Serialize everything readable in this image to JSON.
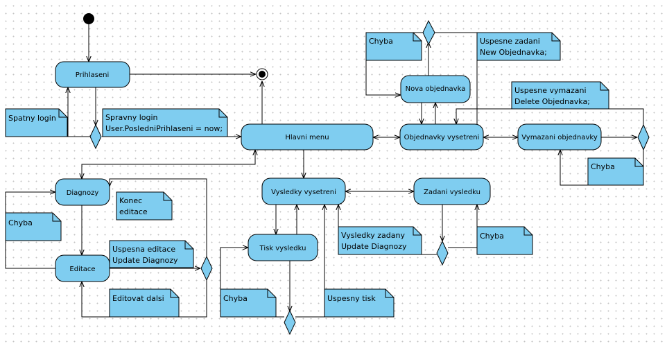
{
  "diagram": {
    "states": {
      "prihlaseni": "Prihlaseni",
      "hlavni_menu": "Hlavni menu",
      "objednavky_vysetreni": "Objednavky vysetreni",
      "nova_objednavka": "Nova objednavka",
      "vymazani_objednavky": "Vymazani objednavky",
      "diagnozy": "Diagnozy",
      "editace": "Editace",
      "vysledky_vysetreni": "Vysledky vysetreni",
      "zadani_vysledku": "Zadani vysledku",
      "tisk_vysledku": "Tisk vysledku"
    },
    "notes": {
      "spatny_login": [
        "Spatny login"
      ],
      "spravny_login": [
        "Spravny login",
        "User.PosledniPrihlaseni = now;"
      ],
      "chyba_nova_objednavka": [
        "Chyba"
      ],
      "uspesne_zadani": [
        "Uspesne zadani",
        "New Objednavka;"
      ],
      "uspesne_vymazani": [
        "Uspesne vymazani",
        "Delete Objednavka;"
      ],
      "chyba_vymazani": [
        "Chyba"
      ],
      "konec_editace": [
        "Konec",
        "editace"
      ],
      "chyba_diagnozy": [
        "Chyba"
      ],
      "uspesna_editace": [
        "Uspesna editace",
        "Update Diagnozy"
      ],
      "editovat_dalsi": [
        "Editovat dalsi"
      ],
      "vysledky_zadany": [
        "Vysledky zadany",
        "Update Diagnozy"
      ],
      "chyba_zadani": [
        "Chyba"
      ],
      "chyba_tisk": [
        "Chyba"
      ],
      "uspesny_tisk": [
        "Uspesny tisk"
      ]
    }
  }
}
